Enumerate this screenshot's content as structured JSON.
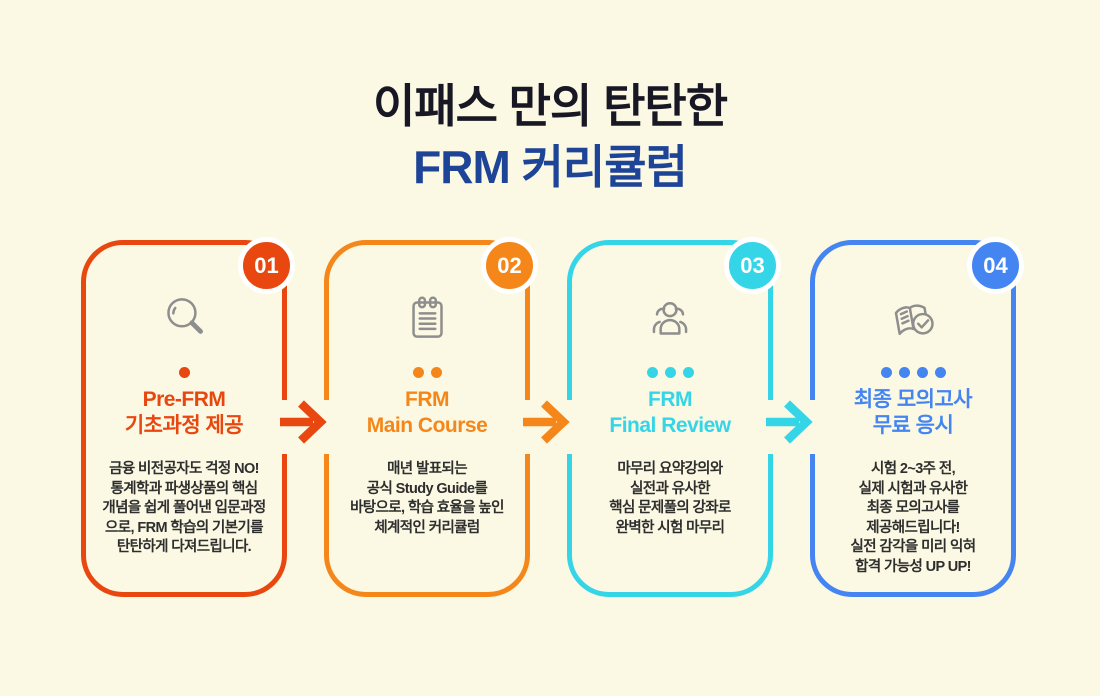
{
  "page": {
    "background": "#fbf8e3",
    "body_text_color": "#2e2e2e",
    "icon_stroke_color": "#8e8e8e"
  },
  "header": {
    "title_line1": "이패스 만의 탄탄한",
    "title_line2": "FRM 커리큘럼",
    "title_color_line1": "#181824",
    "title_color_line2": "#1d4497"
  },
  "cards": [
    {
      "number": "01",
      "color": "#e8470f",
      "icon": "magnifier-icon",
      "dots": 1,
      "title_line1": "Pre-FRM",
      "title_line2": "기초과정 제공",
      "body": [
        "금융 비전공자도 걱정 NO!",
        "통계학과 파생상품의 핵심",
        "개념을 쉽게 풀어낸 입문과정",
        "으로, FRM 학습의 기본기를",
        "탄탄하게 다져드립니다."
      ]
    },
    {
      "number": "02",
      "color": "#f5871a",
      "icon": "clipboard-icon",
      "dots": 2,
      "title_line1": "FRM",
      "title_line2": "Main Course",
      "body": [
        "매년 발표되는",
        "공식 Study Guide를",
        "바탕으로, 학습 효율을 높인",
        "체계적인 커리큘럼"
      ]
    },
    {
      "number": "03",
      "color": "#35d5e8",
      "icon": "people-icon",
      "dots": 3,
      "title_line1": "FRM",
      "title_line2": "Final Review",
      "body": [
        "마무리 요약강의와",
        "실전과 유사한",
        "핵심 문제풀의 강좌로",
        "완벽한 시험 마무리"
      ]
    },
    {
      "number": "04",
      "color": "#4485f2",
      "icon": "book-check-icon",
      "dots": 4,
      "title_line1": "최종 모의고사",
      "title_line2": "무료 응시",
      "body": [
        "시험 2~3주 전,",
        "실제 시험과 유사한",
        "최종 모의고사를",
        "제공해드립니다!",
        "실전 감각을 미리 익혀",
        "합격 가능성 UP UP!"
      ]
    }
  ],
  "arrows": [
    {
      "color": "#e8470f"
    },
    {
      "color": "#f5871a"
    },
    {
      "color": "#35d5e8"
    }
  ]
}
